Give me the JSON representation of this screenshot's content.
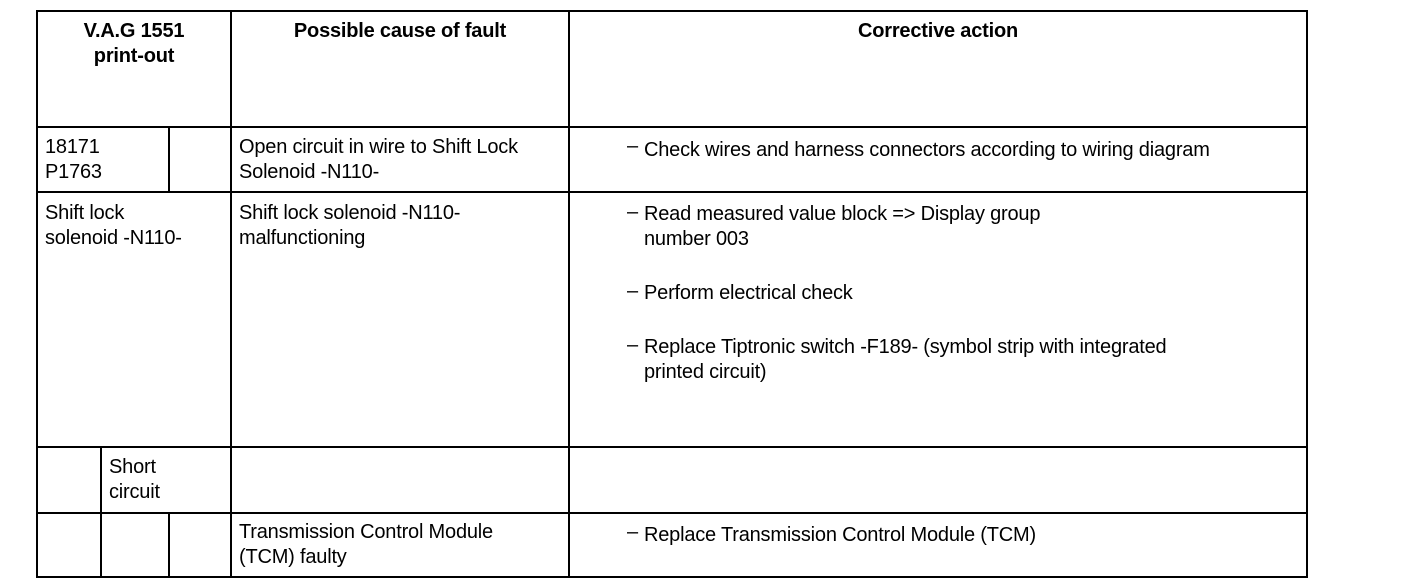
{
  "header": {
    "vag_line1": "V.A.G 1551",
    "vag_line2": "print-out",
    "cause": "Possible cause of fault",
    "action": "Corrective action"
  },
  "rows": [
    {
      "code1": "18171",
      "code2": "P1763",
      "cause_line1": "Open circuit in wire to Shift Lock",
      "cause_line2": "Solenoid -N110-",
      "action1": "Check wires and harness connectors according to wiring diagram"
    },
    {
      "label_line1": "Shift lock",
      "label_line2": "solenoid -N110-",
      "cause_line1": "Shift lock solenoid -N110-",
      "cause_line2": "malfunctioning",
      "action1_line1": "Read measured value block => Display group",
      "action1_line2": "number 003",
      "action2": "Perform electrical check",
      "action3_line1": "Replace Tiptronic switch -F189- (symbol strip with integrated",
      "action3_line2": "printed circuit)"
    },
    {
      "label_line1": "Short",
      "label_line2": "circuit"
    },
    {
      "cause_line1": "Transmission Control Module",
      "cause_line2": "(TCM) faulty",
      "action1": "Replace Transmission Control Module (TCM)"
    }
  ],
  "bullet_symbol": "–"
}
